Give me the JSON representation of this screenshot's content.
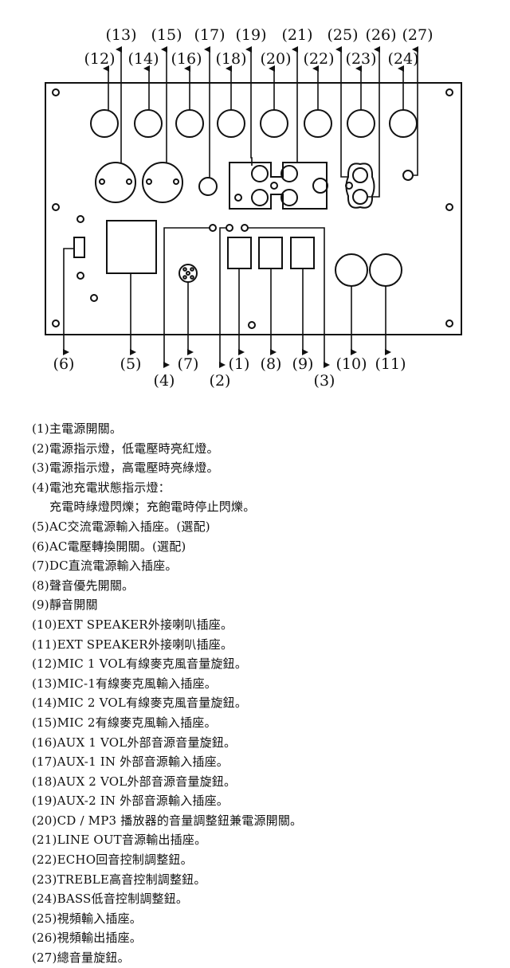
{
  "diagram": {
    "callouts_top_row": [
      "(13)",
      "(15)",
      "(17)",
      "(19)",
      "(21)",
      "(25)",
      "(26)",
      "(27)"
    ],
    "callouts_second_row": [
      "(12)",
      "(14)",
      "(16)",
      "(18)",
      "(20)",
      "(22)",
      "(23)",
      "(24)"
    ],
    "callouts_bottom_row": [
      "(6)",
      "(5)",
      "(7)",
      "(1)",
      "(8)",
      "(9)",
      "(10)",
      "(11)"
    ],
    "callouts_lowest_row": [
      "(4)",
      "(2)",
      "(3)"
    ]
  },
  "legend": [
    "(1)主電源開關。",
    "(2)電源指示燈，低電壓時亮紅燈。",
    "(3)電源指示燈，高電壓時亮綠燈。",
    "(4)電池充電狀態指示燈：",
    "充電時綠燈閃爍；充飽電時停止閃爍。",
    "(5)AC交流電源輸入插座。(選配)",
    "(6)AC電壓轉換開關。(選配)",
    "(7)DC直流電源輸入插座。",
    "(8)聲音優先開關。",
    "(9)靜音開關",
    "(10)EXT SPEAKER外接喇叭插座。",
    "(11)EXT SPEAKER外接喇叭插座。",
    "(12)MIC 1 VOL有線麥克風音量旋鈕。",
    "(13)MIC-1有線麥克風輸入插座。",
    "(14)MIC 2 VOL有線麥克風音量旋鈕。",
    "(15)MIC 2有線麥克風輸入插座。",
    "(16)AUX 1 VOL外部音源音量旋鈕。",
    "(17)AUX-1 IN 外部音源輸入插座。",
    "(18)AUX 2 VOL外部音源音量旋鈕。",
    "(19)AUX-2 IN 外部音源輸入插座。",
    "(20)CD / MP3 播放器的音量調整鈕兼電源開關。",
    "(21)LINE OUT音源輸出插座。",
    "(22)ECHO回音控制調整鈕。",
    "(23)TREBLE高音控制調整鈕。",
    "(24)BASS低音控制調整鈕。",
    "(25)視頻輸入插座。",
    "(26)視頻輸出插座。",
    "(27)總音量旋鈕。"
  ]
}
